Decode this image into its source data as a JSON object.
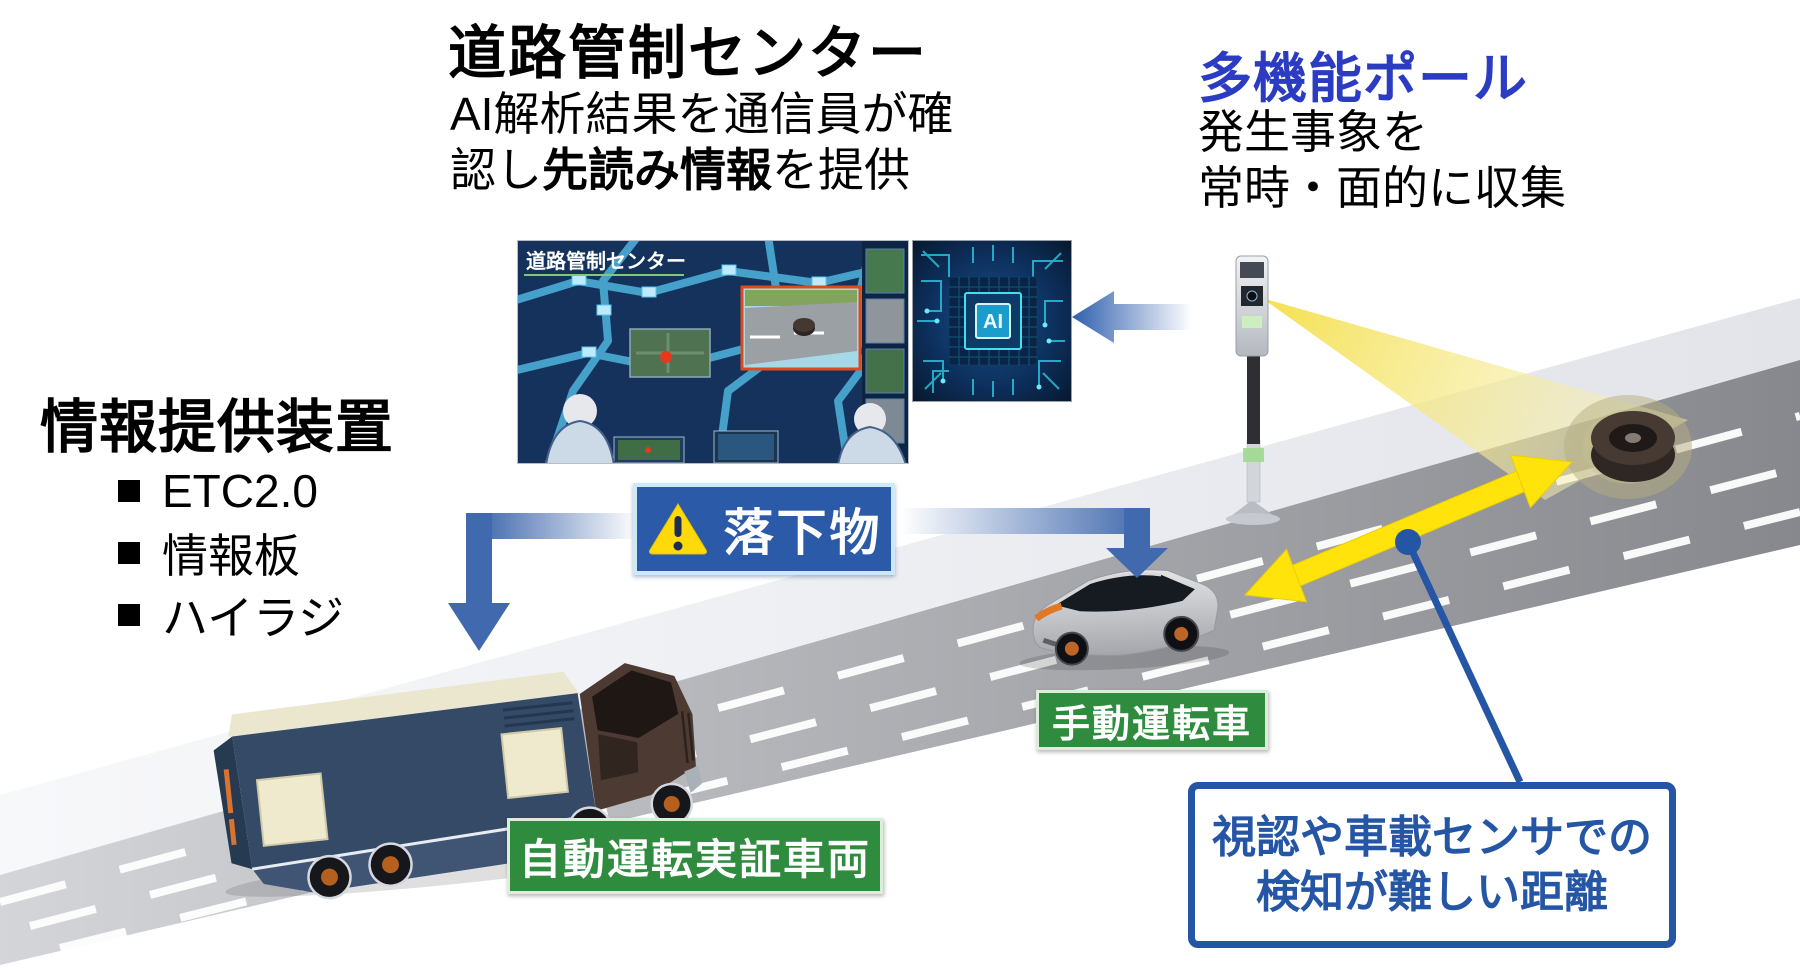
{
  "control_center": {
    "title": "道路管制センター",
    "desc_line1": "AI解析結果を通信員が確",
    "desc_line2_pre": "認し",
    "desc_line2_bold": "先読み情報",
    "desc_line2_post": "を提供",
    "screen_label": "道路管制センター"
  },
  "multi_pole": {
    "title": "多機能ポール",
    "desc_line1": "発生事象を",
    "desc_line2": "常時・面的に収集"
  },
  "info_device": {
    "title": "情報提供装置",
    "items": [
      "ETC2.0",
      "情報板",
      "ハイラジ"
    ]
  },
  "alert_badge": {
    "label": "落下物"
  },
  "ai_chip": {
    "label": "AI"
  },
  "vehicle_labels": {
    "manual_car": "手動運転車",
    "auto_truck": "自動運転実証車両"
  },
  "callout_box": {
    "line1": "視認や車載センサでの",
    "line2": "検知が難しい距離"
  },
  "colors": {
    "headline_blue": "#2b3cc2",
    "alert_badge_blue": "#2a5aa8",
    "warning_yellow": "#ffd90a",
    "vehicle_label_green": "#2f8c3e",
    "callout_blue": "#2456a5",
    "detection_arrow_yellow": "#ffe30a",
    "flow_arrow_blue": "#4169ad"
  }
}
